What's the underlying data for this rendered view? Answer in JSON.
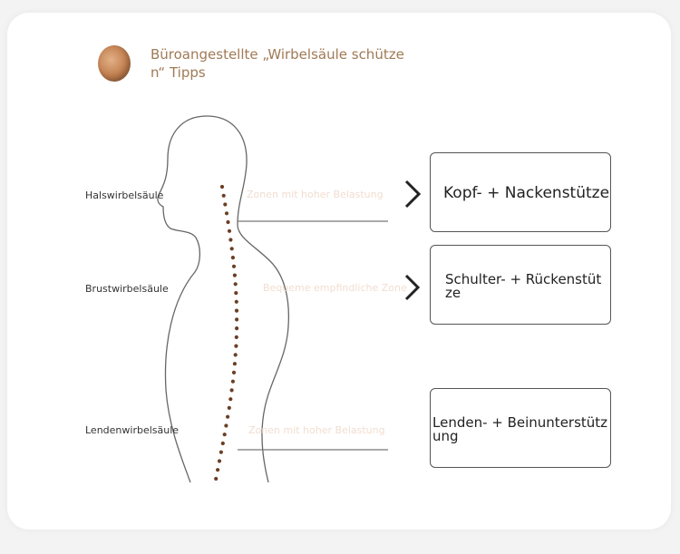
{
  "header": {
    "title": "Büroangestellte „Wirbelsäule schützen“ Tipps",
    "logo_icon": "orange-fruit-icon"
  },
  "regions": [
    {
      "label": "Halswirbelsäule",
      "zone_note": "Zonen mit hoher Belastung",
      "support": "Kopf- + Nackenstütze"
    },
    {
      "label": "Brustwirbelsäule",
      "zone_note": "Bequeme empfindliche Zone",
      "support": "Schulter- + Rückenstütze"
    },
    {
      "label": "Lendenwirbelsäule",
      "zone_note": "Zonen mit hoher Belastung",
      "support": "Lenden- + Beinunterstützung"
    }
  ],
  "colors": {
    "title": "#a07a55",
    "spine_dots": "#6b3f24",
    "outline": "#555555",
    "zone_note": "#f1ddd0"
  }
}
